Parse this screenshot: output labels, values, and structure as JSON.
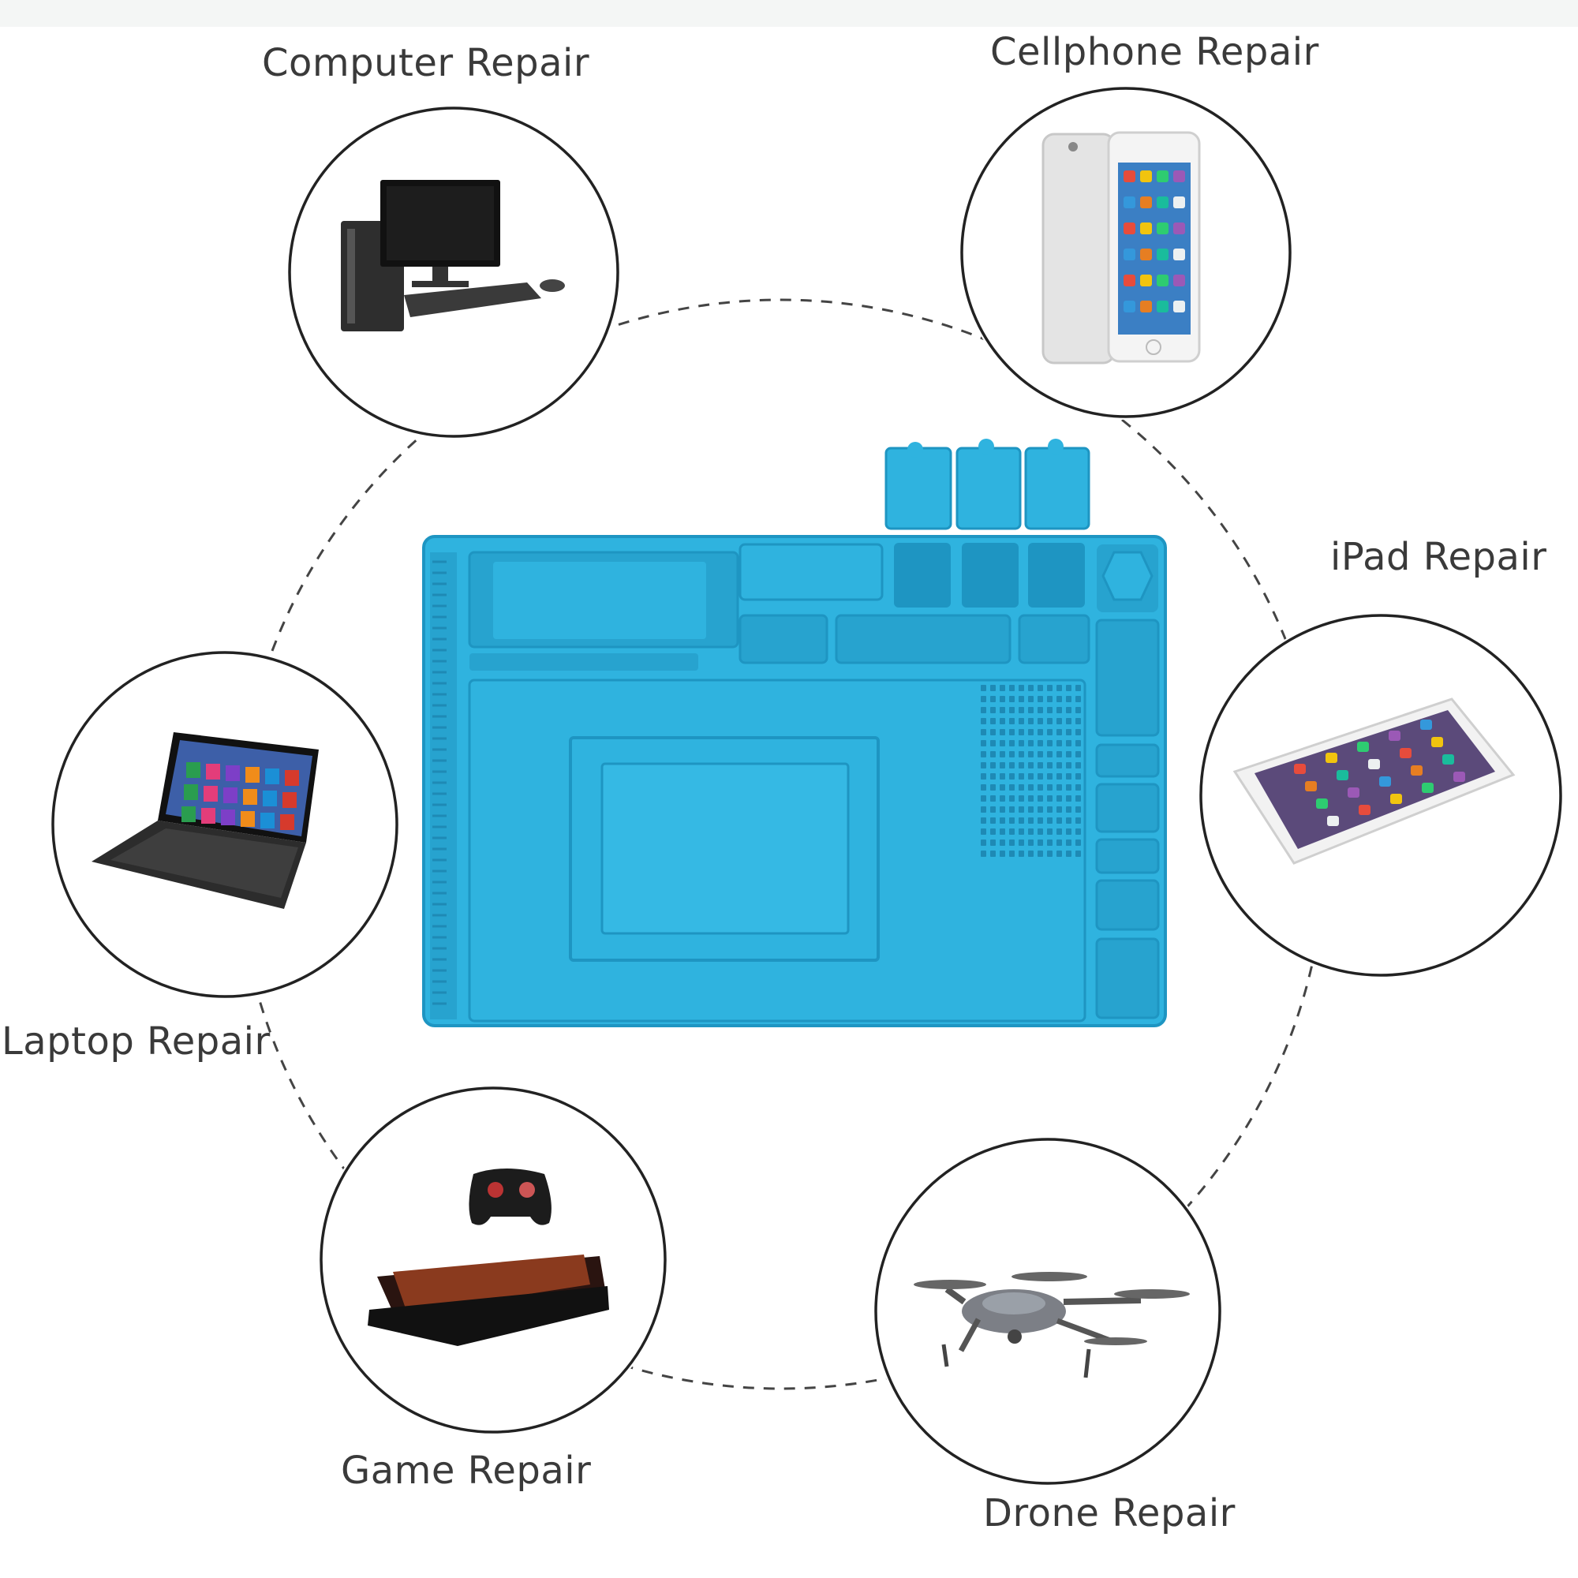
{
  "labels": {
    "computer": "Computer Repair",
    "cellphone": "Cellphone Repair",
    "ipad": "iPad Repair",
    "laptop": "Laptop Repair",
    "game": "Game Repair",
    "drone": "Drone Repair"
  },
  "colors": {
    "mat": "#2fb3df",
    "mat_dark": "#1e95c2",
    "mat_light": "#5ccaee",
    "circle_stroke": "#222222",
    "dashed_ring": "#444444",
    "label_text": "#3a3a3a"
  },
  "icons": {
    "computer": "desktop-computer-icon",
    "cellphone": "smartphone-icon",
    "ipad": "tablet-icon",
    "laptop": "laptop-icon",
    "game": "game-console-icon",
    "drone": "drone-icon"
  }
}
